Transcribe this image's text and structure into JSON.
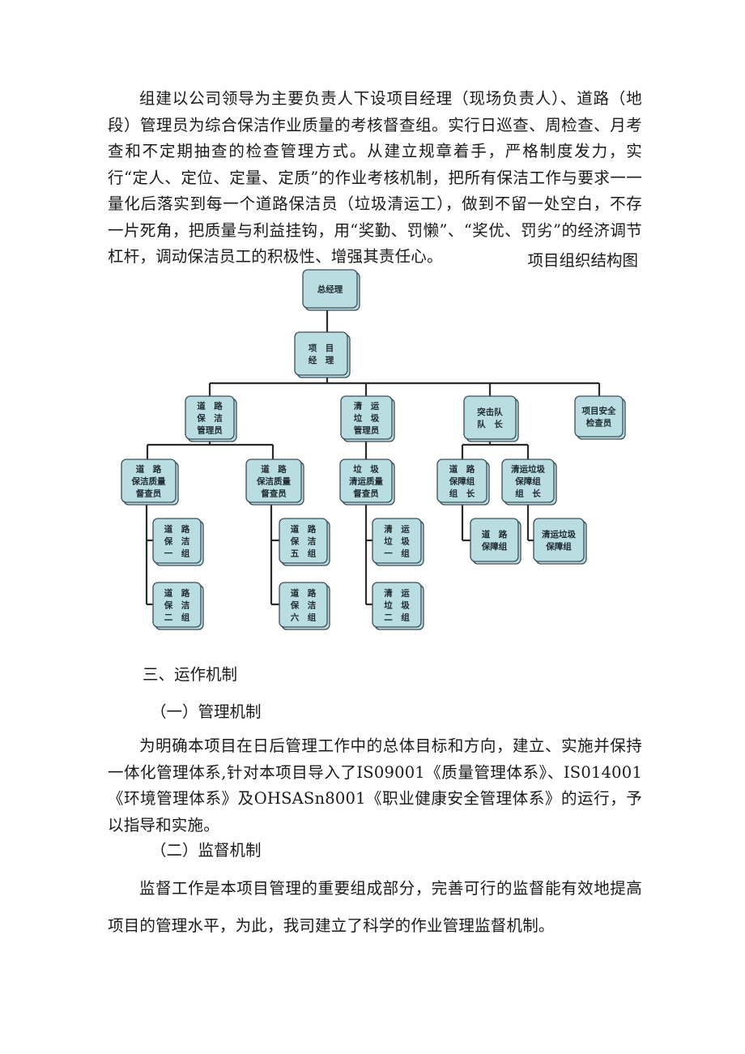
{
  "para1": "组建以公司领导为主要负责人下设项目经理（现场负责人）、道路（地段）管理员为综合保洁作业质量的考核督查组。实行日巡查、周检查、月考查和不定期抽查的检查管理方式。从建立规章着手，严格制度发力，实行“定人、定位、定量、定质”的作业考核机制，把所有保洁工作与要求一一量化后落实到每一个道路保洁员（垃圾清运工），做到不留一处空白，不存一片死角，把质量与利益挂钩，用“奖勤、罚懒”、“奖优、罚劣”的经济调节杠杆，调动保洁员工的积极性、增强其责任心。",
  "chart_caption": "项目组织结构图",
  "org": {
    "gm": [
      "总经理"
    ],
    "pm": [
      "项　目",
      "经　理"
    ],
    "road_mgr": [
      "道　路",
      "保　洁",
      "管理员"
    ],
    "waste_mgr": [
      "清　运",
      "垃　圾",
      "管理员"
    ],
    "squad_leader": [
      "突击队",
      "队　长"
    ],
    "safety": [
      "项目安全",
      "检查员"
    ],
    "road_insp_a": [
      "道　路",
      "保洁质量",
      "督查员"
    ],
    "road_insp_b": [
      "道　路",
      "保洁质量",
      "督查员"
    ],
    "waste_insp": [
      "垃　圾",
      "清运质量",
      "督查员"
    ],
    "road_guard_leader": [
      "道　路",
      "保障组",
      "组　长"
    ],
    "waste_guard_leader": [
      "清运垃圾",
      "保障组",
      "组　长"
    ],
    "road_team_1": [
      "道　路",
      "保　洁",
      "一　组"
    ],
    "road_team_2": [
      "道　路",
      "保　洁",
      "二　组"
    ],
    "road_team_5": [
      "道　路",
      "保　洁",
      "五　组"
    ],
    "road_team_6": [
      "道　路",
      "保　洁",
      "六　组"
    ],
    "waste_team_1": [
      "清　运",
      "垃　圾",
      "一　组"
    ],
    "waste_team_2": [
      "清　运",
      "垃　圾",
      "二　组"
    ],
    "road_guard": [
      "道　路",
      "保障组"
    ],
    "waste_guard": [
      "清运垃圾",
      "保障组"
    ]
  },
  "section3_title": "三、运作机制",
  "sub1_title": "（一）管理机制",
  "para2": "为明确本项目在日后管理工作中的总体目标和方向，建立、实施并保持一体化管理体系,针对本项目导入了IS09001《质量管理体系》、IS014001《环境管理体系》及OHSASn8001《职业健康安全管理体系》的运行，予以指导和实施。",
  "sub2_title": "（二）监督机制",
  "para3": "监督工作是本项目管理的重要组成部分，完善可行的监督能有效地提高项目的管理水平，为此，我司建立了科学的作业管理监督机制。"
}
